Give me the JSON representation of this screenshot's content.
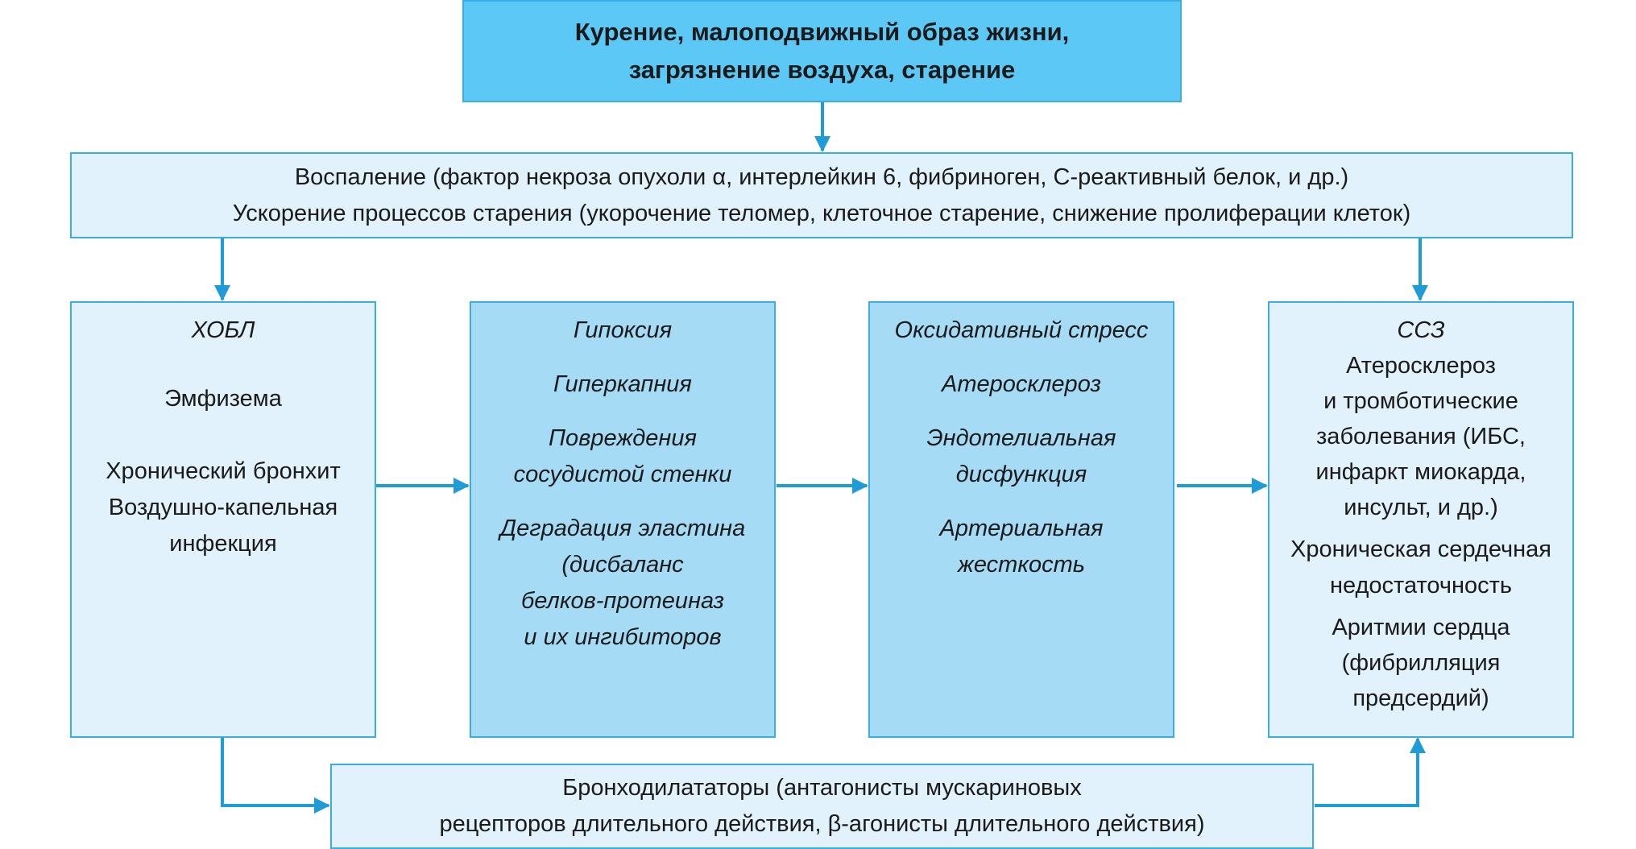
{
  "risk_factors": {
    "line1": "Курение, малоподвижный образ жизни,",
    "line2": "загрязнение воздуха, старение"
  },
  "inflammation": {
    "line1": "Воспаление (фактор некроза опухоли α, интерлейкин 6, фибриноген, С-реактивный белок, и др.)",
    "line2": "Ускорение процессов старения (укорочение теломер, клеточное старение, снижение пролиферации клеток)"
  },
  "copd": {
    "title": "ХОБЛ",
    "items": [
      "Эмфизема",
      "Хронический бронхит",
      "Воздушно-капельная",
      "инфекция"
    ]
  },
  "hypoxia": {
    "items": [
      "Гипоксия",
      "Гиперкапния",
      "Повреждения",
      "сосудистой стенки",
      "Деградация эластина",
      "(дисбаланс",
      "белков-протеиназ",
      "и их ингибиторов"
    ]
  },
  "oxidative": {
    "items": [
      "Оксидативный стресс",
      "Атеросклероз",
      "Эндотелиальная",
      "дисфункция",
      "Артериальная",
      "жесткость"
    ]
  },
  "cvd": {
    "title": "ССЗ",
    "items": [
      "Атеросклероз",
      "и тромботические",
      "заболевания (ИБС,",
      "инфаркт миокарда,",
      "инсульт, и др.)",
      "Хроническая сердечная",
      "недостаточность",
      "Аритмии сердца",
      "(фибрилляция",
      "предсердий)"
    ]
  },
  "bronchodilators": {
    "line1": "Бронходилататоры (антагонисты мускариновых",
    "line2": "рецепторов длительного действия, β-агонисты длительного действия)"
  },
  "colors": {
    "border": "#3aaee3",
    "arrow": "#1f9bd7",
    "top": "#5bc8f5",
    "light": "#e2f2fc",
    "mid": "#a6dbf6"
  }
}
